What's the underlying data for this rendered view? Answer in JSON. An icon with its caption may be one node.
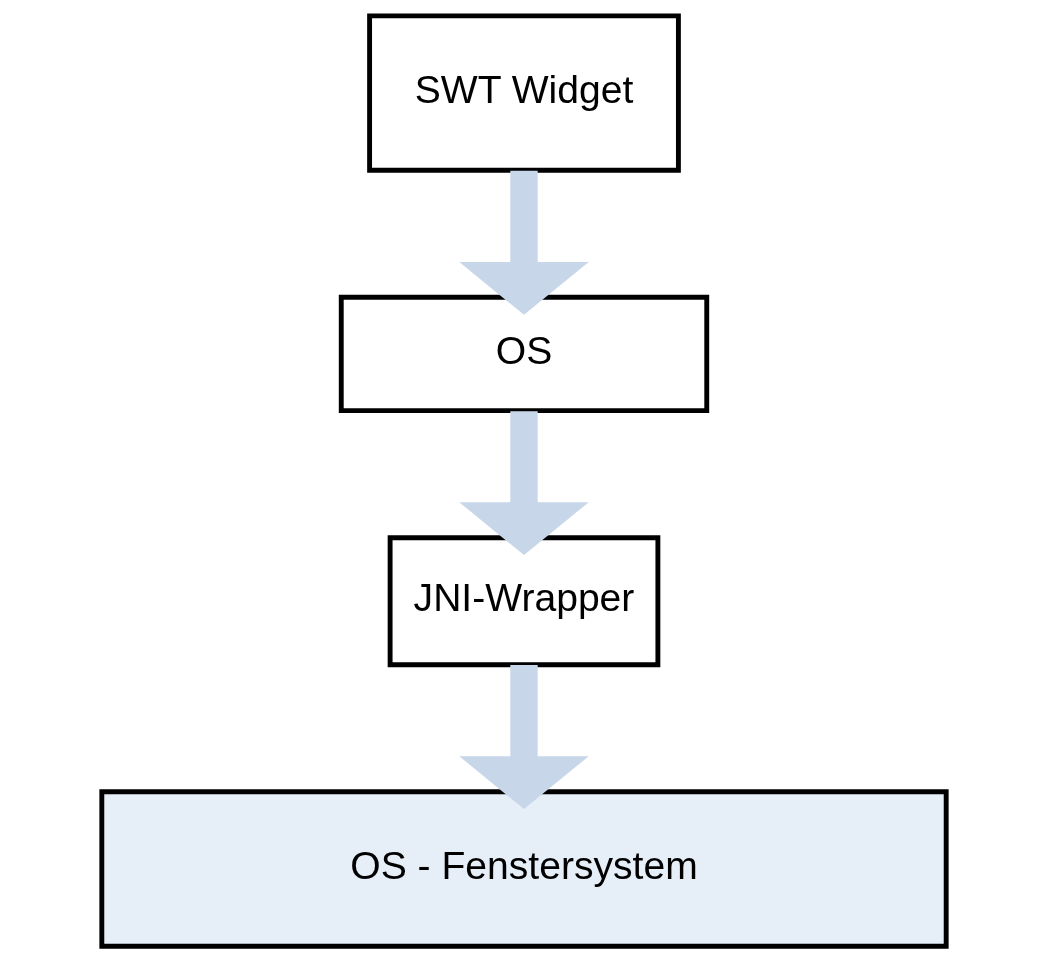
{
  "diagram": {
    "nodes": [
      {
        "text": [
          "SWT Widget"
        ]
      },
      {
        "text": [
          "OS"
        ]
      },
      {
        "text": [
          "JNI-Wrapper"
        ]
      },
      {
        "text": [
          "OS - Fenstersystem"
        ]
      }
    ],
    "edges": [
      {
        "from": 0,
        "to": 1,
        "arrow": "to"
      },
      {
        "from": 1,
        "to": 2,
        "arrow": "to"
      },
      {
        "from": 2,
        "to": 3,
        "arrow": "to"
      }
    ]
  }
}
